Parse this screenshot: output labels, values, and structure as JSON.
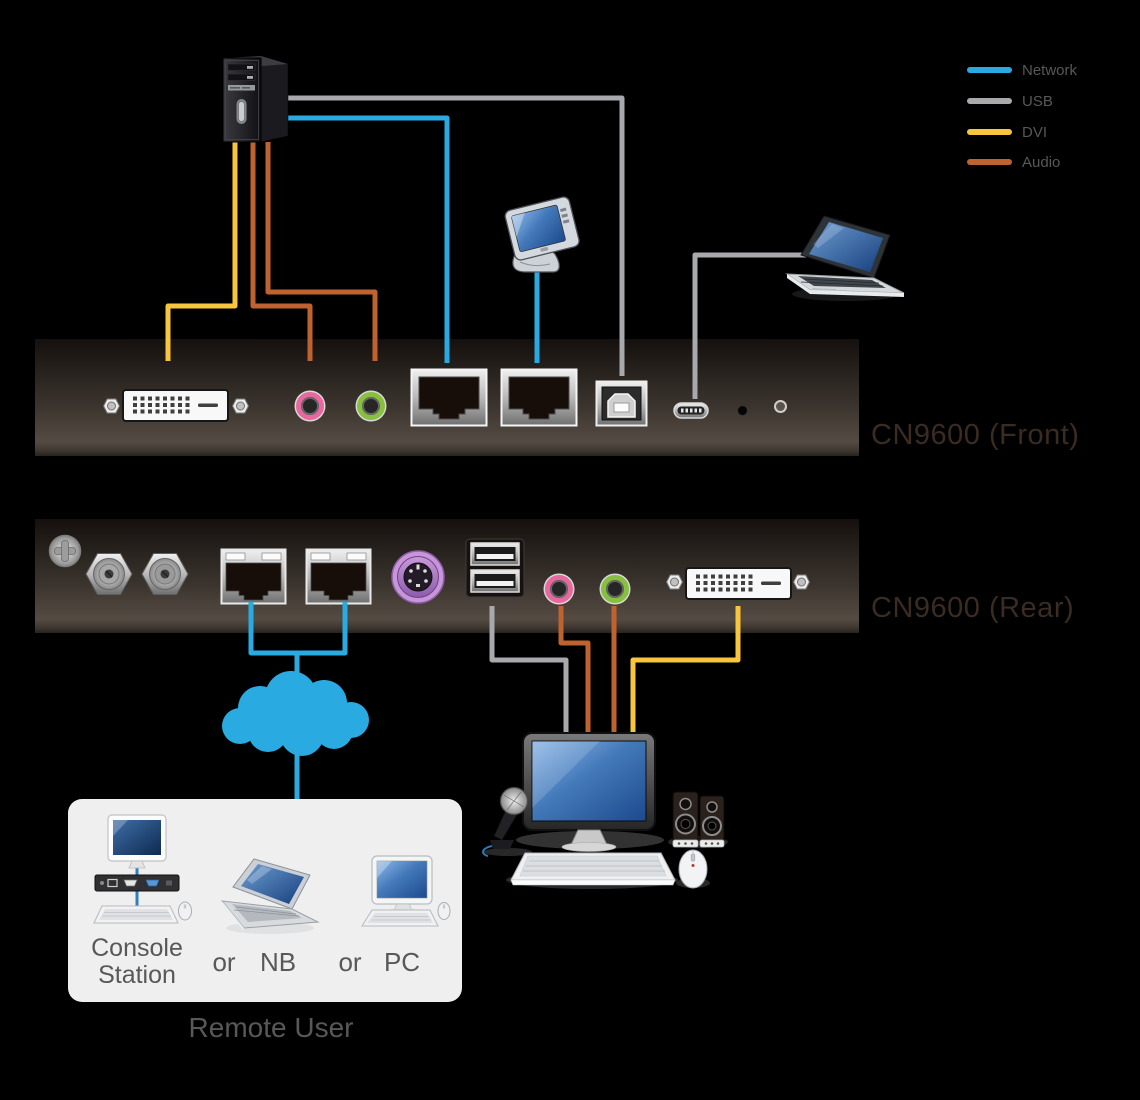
{
  "background_color": "#000000",
  "legend": {
    "items": [
      {
        "label": "Network",
        "color": "#29ABE2"
      },
      {
        "label": "USB",
        "color": "#A7A9AC"
      },
      {
        "label": "DVI",
        "color": "#F7C63D"
      },
      {
        "label": "Audio",
        "color": "#BE6330"
      }
    ]
  },
  "panels": {
    "front": {
      "label": "CN9600 (Front)"
    },
    "rear": {
      "label": "CN9600 (Rear)"
    }
  },
  "network_cloud": {
    "label": "Network",
    "color": "#29ABE2"
  },
  "remote_user": {
    "caption": "Remote User",
    "console_station_label": "Console Station",
    "or_1": "or",
    "notebook_label": "NB",
    "or_2": "or",
    "pc_label": "PC"
  }
}
